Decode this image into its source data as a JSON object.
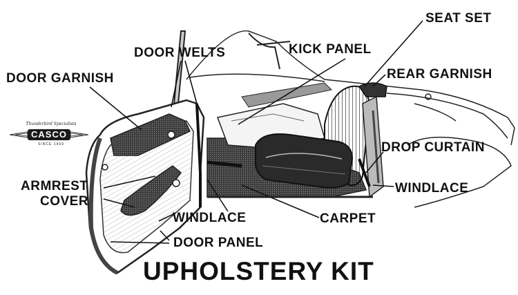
{
  "title": "UPHOLSTERY KIT",
  "logo": {
    "brand": "CASCO",
    "tagline": "Thunderbird Specialists",
    "since": "SINCE 1969"
  },
  "labels": {
    "seat_set": "SEAT SET",
    "door_welts": "DOOR WELTS",
    "kick_panel": "KICK PANEL",
    "rear_garnish": "REAR GARNISH",
    "door_garnish": "DOOR GARNISH",
    "drop_curtain": "DROP CURTAIN",
    "armrest_cover_1": "ARMREST",
    "armrest_cover_2": "COVER",
    "windlace_right": "WINDLACE",
    "windlace_center": "WINDLACE",
    "carpet": "CARPET",
    "door_panel": "DOOR PANEL"
  }
}
